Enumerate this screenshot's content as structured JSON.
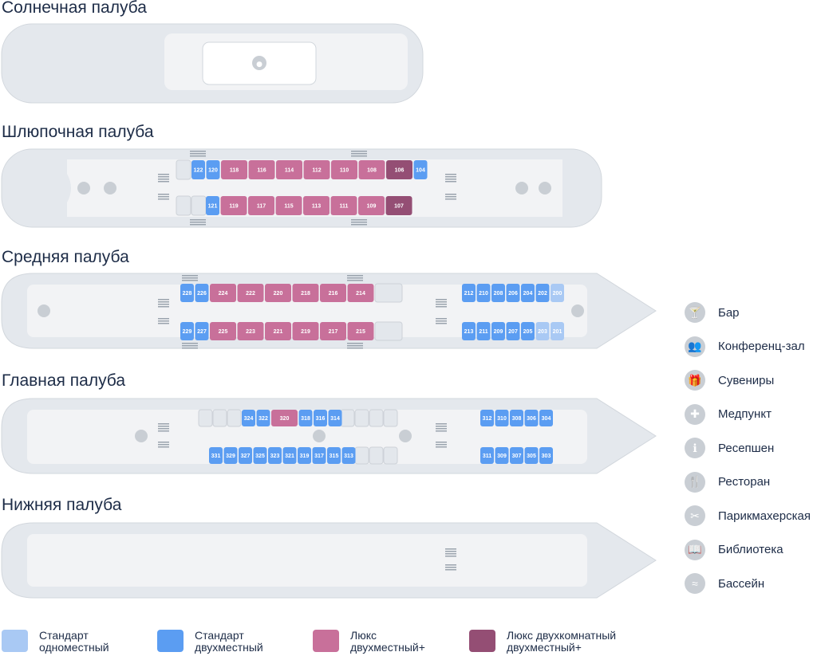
{
  "decks": {
    "sun": {
      "title": "Солнечная палуба"
    },
    "boat": {
      "title": "Шлюпочная палуба"
    },
    "middle": {
      "title": "Средняя палуба"
    },
    "main": {
      "title": "Главная палуба"
    },
    "lower": {
      "title": "Нижняя палуба"
    }
  },
  "colors": {
    "std_single": "#a9c9f4",
    "std_double": "#5b9df2",
    "lux": "#c8709a",
    "lux_two_room": "#944e74",
    "empty": "#e3e7ec",
    "hull": "#e4e8ed",
    "deck": "#f2f3f5"
  },
  "cabins": {
    "boat_top": [
      {
        "n": "122",
        "t": "std_double"
      },
      {
        "n": "120",
        "t": "std_double"
      },
      {
        "n": "118",
        "t": "lux"
      },
      {
        "n": "116",
        "t": "lux"
      },
      {
        "n": "114",
        "t": "lux"
      },
      {
        "n": "112",
        "t": "lux"
      },
      {
        "n": "110",
        "t": "lux"
      },
      {
        "n": "108",
        "t": "lux"
      },
      {
        "n": "106",
        "t": "lux_two_room"
      },
      {
        "n": "104",
        "t": "std_double"
      }
    ],
    "boat_bottom": [
      {
        "n": "121",
        "t": "std_double"
      },
      {
        "n": "119",
        "t": "lux"
      },
      {
        "n": "117",
        "t": "lux"
      },
      {
        "n": "115",
        "t": "lux"
      },
      {
        "n": "113",
        "t": "lux"
      },
      {
        "n": "111",
        "t": "lux"
      },
      {
        "n": "109",
        "t": "lux"
      },
      {
        "n": "107",
        "t": "lux_two_room"
      }
    ],
    "middle_top_left": [
      {
        "n": "228",
        "t": "std_double"
      },
      {
        "n": "226",
        "t": "std_double"
      },
      {
        "n": "224",
        "t": "lux"
      },
      {
        "n": "222",
        "t": "lux"
      },
      {
        "n": "220",
        "t": "lux"
      },
      {
        "n": "218",
        "t": "lux"
      },
      {
        "n": "216",
        "t": "lux"
      },
      {
        "n": "214",
        "t": "lux"
      }
    ],
    "middle_bottom_left": [
      {
        "n": "229",
        "t": "std_double"
      },
      {
        "n": "227",
        "t": "std_double"
      },
      {
        "n": "225",
        "t": "lux"
      },
      {
        "n": "223",
        "t": "lux"
      },
      {
        "n": "221",
        "t": "lux"
      },
      {
        "n": "219",
        "t": "lux"
      },
      {
        "n": "217",
        "t": "lux"
      },
      {
        "n": "215",
        "t": "lux"
      }
    ],
    "middle_top_right": [
      {
        "n": "212",
        "t": "std_double"
      },
      {
        "n": "210",
        "t": "std_double"
      },
      {
        "n": "208",
        "t": "std_double"
      },
      {
        "n": "206",
        "t": "std_double"
      },
      {
        "n": "204",
        "t": "std_double"
      },
      {
        "n": "202",
        "t": "std_double"
      },
      {
        "n": "200",
        "t": "std_single"
      }
    ],
    "middle_bottom_right": [
      {
        "n": "213",
        "t": "std_double"
      },
      {
        "n": "211",
        "t": "std_double"
      },
      {
        "n": "209",
        "t": "std_double"
      },
      {
        "n": "207",
        "t": "std_double"
      },
      {
        "n": "205",
        "t": "std_double"
      },
      {
        "n": "203",
        "t": "std_single"
      },
      {
        "n": "201",
        "t": "std_single"
      }
    ],
    "main_top_left": [
      {
        "n": "324",
        "t": "std_double"
      },
      {
        "n": "322",
        "t": "std_double"
      },
      {
        "n": "320",
        "t": "lux"
      },
      {
        "n": "318",
        "t": "std_double"
      },
      {
        "n": "316",
        "t": "std_double"
      },
      {
        "n": "314",
        "t": "std_double"
      }
    ],
    "main_bottom_left": [
      {
        "n": "331",
        "t": "std_double"
      },
      {
        "n": "329",
        "t": "std_double"
      },
      {
        "n": "327",
        "t": "std_double"
      },
      {
        "n": "325",
        "t": "std_double"
      },
      {
        "n": "323",
        "t": "std_double"
      },
      {
        "n": "321",
        "t": "std_double"
      },
      {
        "n": "319",
        "t": "std_double"
      },
      {
        "n": "317",
        "t": "std_double"
      },
      {
        "n": "315",
        "t": "std_double"
      },
      {
        "n": "313",
        "t": "std_double"
      }
    ],
    "main_top_right": [
      {
        "n": "312",
        "t": "std_double"
      },
      {
        "n": "310",
        "t": "std_double"
      },
      {
        "n": "308",
        "t": "std_double"
      },
      {
        "n": "306",
        "t": "std_double"
      },
      {
        "n": "304",
        "t": "std_double"
      }
    ],
    "main_bottom_right": [
      {
        "n": "311",
        "t": "std_double"
      },
      {
        "n": "309",
        "t": "std_double"
      },
      {
        "n": "307",
        "t": "std_double"
      },
      {
        "n": "305",
        "t": "std_double"
      },
      {
        "n": "303",
        "t": "std_double"
      }
    ]
  },
  "facilities": [
    {
      "icon": "bar-icon",
      "glyph": "🍸",
      "label": "Бар"
    },
    {
      "icon": "conference-hall-icon",
      "glyph": "👥",
      "label": "Конференц-зал"
    },
    {
      "icon": "souvenirs-icon",
      "glyph": "🎁",
      "label": "Сувениры"
    },
    {
      "icon": "medical-icon",
      "glyph": "✚",
      "label": "Медпункт"
    },
    {
      "icon": "reception-icon",
      "glyph": "ℹ",
      "label": "Ресепшен"
    },
    {
      "icon": "restaurant-icon",
      "glyph": "🍴",
      "label": "Ресторан"
    },
    {
      "icon": "hairdresser-icon",
      "glyph": "✂",
      "label": "Парикмахерская"
    },
    {
      "icon": "library-icon",
      "glyph": "📖",
      "label": "Библиотека"
    },
    {
      "icon": "pool-icon",
      "glyph": "≈",
      "label": "Бассейн"
    }
  ],
  "cabin_types": [
    {
      "color_key": "std_single",
      "line1": "Стандарт",
      "line2": "одноместный"
    },
    {
      "color_key": "std_double",
      "line1": "Стандарт",
      "line2": "двухместный"
    },
    {
      "color_key": "lux",
      "line1": "Люкс",
      "line2": "двухместный+"
    },
    {
      "color_key": "lux_two_room",
      "line1": "Люкс двухкомнатный",
      "line2": "двухместный+"
    }
  ]
}
